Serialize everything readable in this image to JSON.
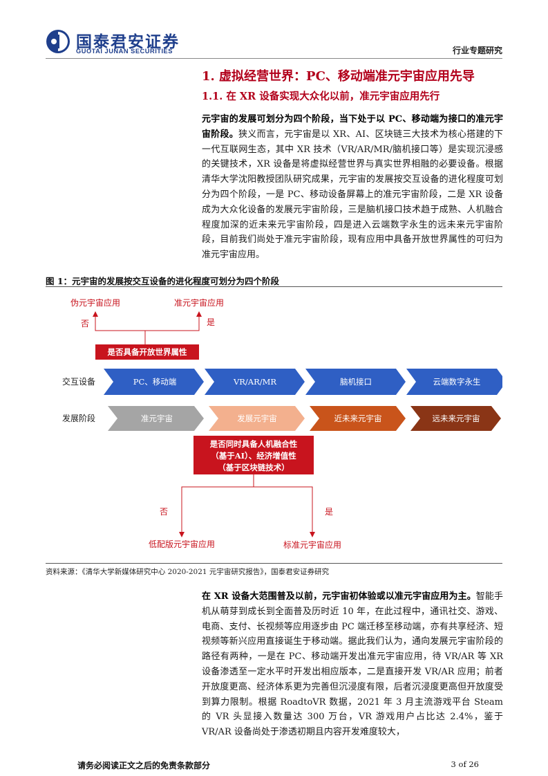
{
  "header": {
    "logo_cn": "国泰君安证券",
    "logo_en": "GUOTAI JUNAN SECURITIES",
    "report_type": "行业专题研究"
  },
  "section": {
    "h1": "1.  虚拟经营世界：PC、移动端准元宇宙应用先导",
    "h2": "1.1.   在 XR 设备实现大众化以前，准元宇宙应用先行"
  },
  "para1": {
    "lead": "元宇宙的发展可划分为四个阶段，当下处于以 PC、移动端为接口的准元宇宙阶段。",
    "body": "狭义而言，元宇宙是以 XR、AI、区块链三大技术为核心搭建的下一代互联网生态，其中 XR 技术（VR/AR/MR/脑机接口等）是实现沉浸感的关键技术，XR 设备是将虚拟经营世界与真实世界相融的必要设备。根据清华大学沈阳教授团队研究成果，元宇宙的发展按交互设备的进化程度可划分为四个阶段，一是 PC、移动设备屏幕上的准元宇宙阶段，二是 XR 设备成为大众化设备的发展元宇宙阶段，三是脑机接口技术趋于成熟、人机融合程度加深的近未来元宇宙阶段，四是进入云端数字永生的远未来元宇宙阶段，目前我们尚处于准元宇宙阶段，现有应用中具备开放世界属性的可归为准元宇宙应用。"
  },
  "figure": {
    "title": "图 1：元宇宙的发展按交互设备的进化程度可划分为四个阶段",
    "source": "资料来源：《清华大学新媒体研究中心 2020-2021 元宇宙研究报告》，国泰君安证券研究",
    "top_left_result": "伪元宇宙应用",
    "top_right_result": "准元宇宙应用",
    "top_no": "否",
    "top_yes": "是",
    "top_question": "是否具备开放世界属性",
    "row1_label": "交互设备",
    "row2_label": "发展阶段",
    "devices": [
      "PC、移动端",
      "VR/AR/MR",
      "脑机接口",
      "云端数字永生"
    ],
    "stages": [
      "准元宇宙",
      "发展元宇宙",
      "近未来元宇宙",
      "远未来元宇宙"
    ],
    "bottom_question": [
      "是否同时具备人机融合性",
      "（基于AI）、经济增值性",
      "（基于区块链技术）"
    ],
    "bottom_no": "否",
    "bottom_yes": "是",
    "bottom_left_result": "低配版元宇宙应用",
    "bottom_right_result": "标准元宇宙应用",
    "colors": {
      "red": "#c8141e",
      "blue": "#2f5fc4",
      "stage1": "#a5a5a5",
      "stage2": "#f3b08e",
      "stage3": "#c9541b",
      "stage4": "#8a3516",
      "heading": "#b2001b"
    }
  },
  "para2": {
    "lead": "在 XR 设备大范围普及以前，元宇宙初体验或以准元宇宙应用为主。",
    "body": "智能手机从萌芽到成长到全面普及历时近 10 年，在此过程中，通讯社交、游戏、电商、支付、长视频等应用逐步由 PC 端迁移至移动端，亦有共享经济、短视频等新兴应用直接诞生于移动端。据此我们认为，通向发展元宇宙阶段的路径有两种，一是在 PC、移动端开发出准元宇宙应用，待 VR/AR 等 XR 设备渗透至一定水平时开发出相应版本，二是直接开发 VR/AR 应用；前者开放度更高、经济体系更为完善但沉浸度有限，后者沉浸度更高但开放度受到算力限制。根据 RoadtoVR 数据，2021 年 3 月主流游戏平台 Steam 的 VR 头显接入数量达 300 万台，VR 游戏用户占比达 2.4%，鉴于 VR/AR 设备尚处于渗透初期且内容开发难度较大，"
  },
  "footer": {
    "disclaimer": "请务必阅读正文之后的免责条款部分",
    "page": "3 of 26"
  }
}
